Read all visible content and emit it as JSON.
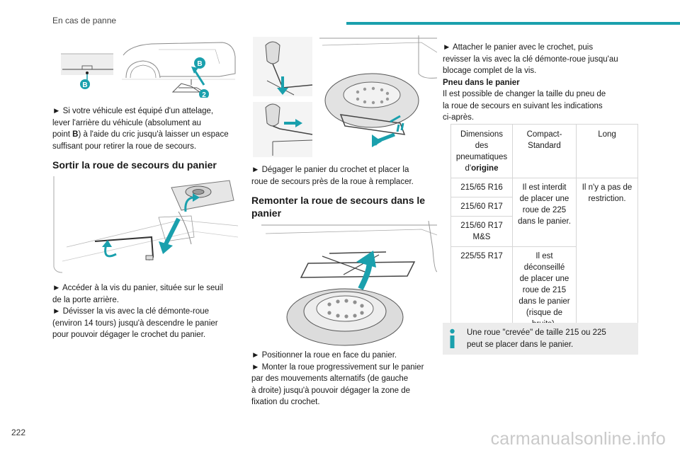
{
  "header": {
    "section_title": "En cas de panne",
    "accent_color": "#1aa0ad"
  },
  "page_number": "222",
  "watermark": "carmanualsonline.info",
  "figures": {
    "fig1_label_b_small": "B",
    "fig1_label_b_big": "B",
    "fig1_label_2": "2"
  },
  "col1": {
    "para1": {
      "line1": "► Si votre véhicule est équipé d'un attelage,",
      "line2": "lever l'arrière du véhicule (absolument au",
      "line3_a": "point ",
      "line3_b": "B",
      "line3_c": ") à l'aide du cric jusqu'à laisser un espace",
      "line4": "suffisant pour retirer la roue de secours."
    },
    "heading1": "Sortir la roue de secours du panier",
    "para2": {
      "line1": "► Accéder à la vis du panier, située sur le seuil",
      "line2": "de la porte arrière.",
      "line3": "► Dévisser la vis avec la clé démonte-roue",
      "line4": "(environ 14 tours) jusqu'à descendre le panier",
      "line5": "pour pouvoir dégager le crochet du panier."
    }
  },
  "col2": {
    "para1": {
      "line1": "► Dégager le panier du crochet et placer la",
      "line2": "roue de secours près de la roue à remplacer."
    },
    "heading2": {
      "line1": "Remonter la roue de secours dans le",
      "line2": "panier"
    },
    "para2": {
      "line1": "► Positionner la roue en face du panier.",
      "line2": "► Monter la roue progressivement sur le panier",
      "line3": "par des mouvements alternatifs (de gauche",
      "line4": "à droite) jusqu'à pouvoir dégager la zone de",
      "line5": "fixation du crochet."
    }
  },
  "col3": {
    "para1": {
      "line1": "► Attacher le panier avec le crochet, puis",
      "line2": "revisser la vis avec la clé démonte-roue jusqu'au",
      "line3": "blocage complet de la vis."
    },
    "subheading": "Pneu dans le panier",
    "para2": {
      "line1": "Il est possible de changer la taille du pneu de",
      "line2": "la roue de secours en suivant les indications",
      "line3": "ci-après."
    },
    "table": {
      "head": {
        "c1_l1": "Dimensions",
        "c1_l2": "des",
        "c1_l3": "pneumatiques",
        "c1_l4a": "d'",
        "c1_l4b": "origine",
        "c2_l1": "Compact-",
        "c2_l2": "Standard",
        "c3": "Long"
      },
      "rows": {
        "r1": "215/65 R16",
        "r2": "215/60 R17",
        "r3_l1": "215/60 R17",
        "r3_l2": "M&S",
        "r4": "225/55 R17"
      },
      "compact_1": {
        "l1": "Il est interdit",
        "l2": "de placer une",
        "l3": "roue de 225",
        "l4": "dans le panier."
      },
      "compact_2": {
        "l1": "Il est",
        "l2": "déconseillé",
        "l3": "de placer une",
        "l4": "roue de 215",
        "l5": "dans le panier",
        "l6": "(risque de",
        "l7": "bruits)."
      },
      "long_1": {
        "l1": "Il n'y a pas de",
        "l2": "restriction."
      }
    },
    "info": {
      "line1": "Une roue \"crevée\" de taille 215 ou 225",
      "line2": "peut se placer dans le panier."
    }
  }
}
